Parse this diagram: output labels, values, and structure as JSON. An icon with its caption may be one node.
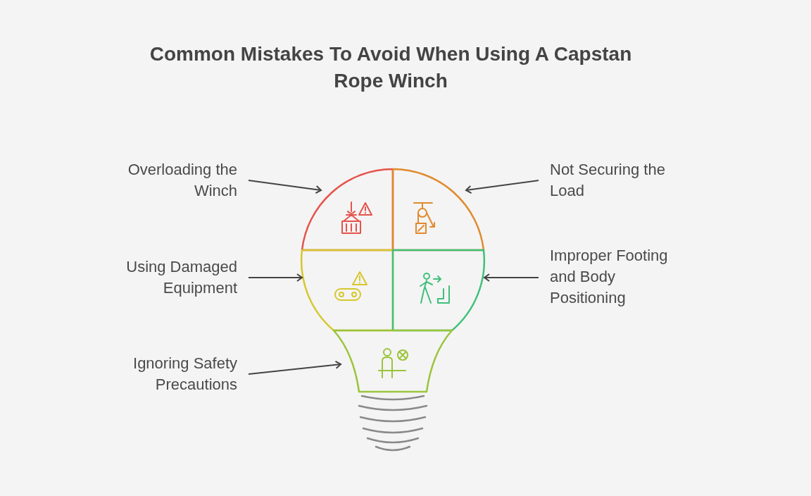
{
  "diagram": {
    "title": "Common Mistakes To Avoid When Using A Capstan Rope Winch",
    "nodes": [
      {
        "text": [
          "Overloading the Winch"
        ]
      },
      {
        "text": [
          "Not Securing the Load"
        ]
      },
      {
        "text": [
          "Using Damaged Equipment"
        ]
      },
      {
        "text": [
          "Improper Footing and Body Positioning"
        ]
      },
      {
        "text": [
          "Ignoring Safety Precautions"
        ]
      },
      {
        "text": [],
        "shape": "box"
      },
      {
        "text": [],
        "shape": "box"
      },
      {
        "text": [],
        "shape": "box"
      },
      {
        "text": [],
        "shape": "box"
      },
      {
        "text": [],
        "shape": "box"
      }
    ],
    "edges": [
      {
        "from": 0,
        "to": 5,
        "arrow": "to"
      },
      {
        "from": 1,
        "to": 6,
        "arrow": "to"
      },
      {
        "from": 2,
        "to": 7,
        "arrow": "to"
      },
      {
        "from": 3,
        "to": 8,
        "arrow": "to"
      },
      {
        "from": 4,
        "to": 9,
        "arrow": "to"
      }
    ]
  }
}
